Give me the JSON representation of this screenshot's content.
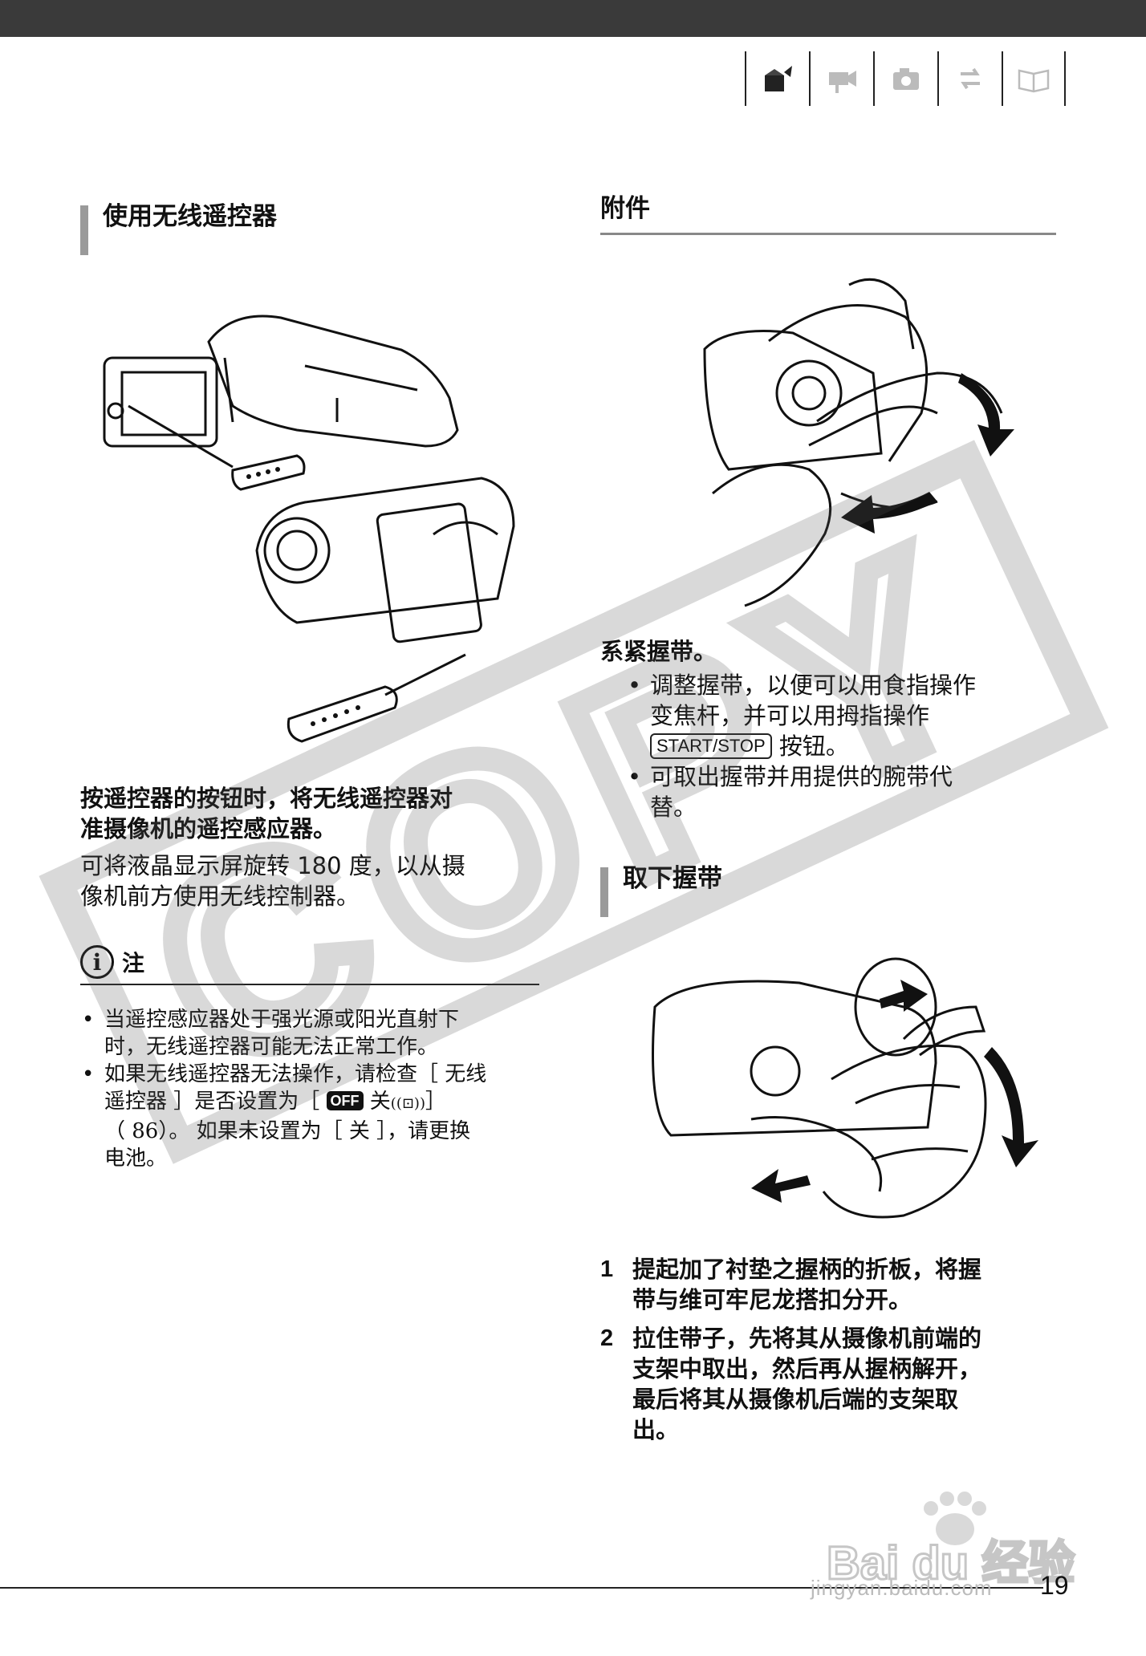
{
  "nav": {
    "icons": [
      "prep-icon",
      "video-camera-icon",
      "still-camera-icon",
      "connect-icon",
      "book-icon"
    ]
  },
  "left": {
    "heading": "使用无线遥控器",
    "instruction": [
      "按遥控器的按钮时，将无线遥控器对",
      "准摄像机的遥控感应器。"
    ],
    "rotate_text": [
      "可将液晶显示屏旋转 180 度，以从摄",
      "像机前方使用无线控制器。"
    ],
    "note": {
      "label": "注",
      "b1": [
        "当遥控感应器处于强光源或阳光直射下",
        "时，无线遥控器可能无法正常工作。"
      ],
      "b2_l1": "如果无线遥控器无法操作，请检查［ 无线",
      "b2_l2_a": "遥控器 ］是否设置为［ ",
      "off_badge": "OFF",
      "b2_l2_b": " 关",
      "b2_l2_c": "］",
      "b2_l3": "（  86）。 如果未设置为［ 关 ］，请更换",
      "b2_l4": "电池。"
    }
  },
  "right": {
    "heading": "附件",
    "grip_title": "系紧握带。",
    "grip_b1": [
      "调整握带，以便可以用食指操作",
      "变焦杆，并可以用拇指操作"
    ],
    "start_stop_key": "START/STOP",
    "grip_b1_end": " 按钮。",
    "grip_b2": [
      "可取出握带并用提供的腕带代",
      "替。"
    ],
    "remove_heading": "取下握带",
    "steps": [
      {
        "num": "1",
        "lines": [
          "提起加了衬垫之握柄的折板，将握",
          "带与维可牢尼龙搭扣分开。"
        ]
      },
      {
        "num": "2",
        "lines": [
          "拉住带子，先将其从摄像机前端的",
          "支架中取出，然后再从握柄解开，",
          "最后将其从摄像机后端的支架取",
          "出。"
        ]
      }
    ]
  },
  "watermark": {
    "text": "COPY"
  },
  "footer": {
    "page_number": "19",
    "baidu_logo": "Bai du 经验",
    "baidu_url": "jingyan.baidu.com"
  }
}
